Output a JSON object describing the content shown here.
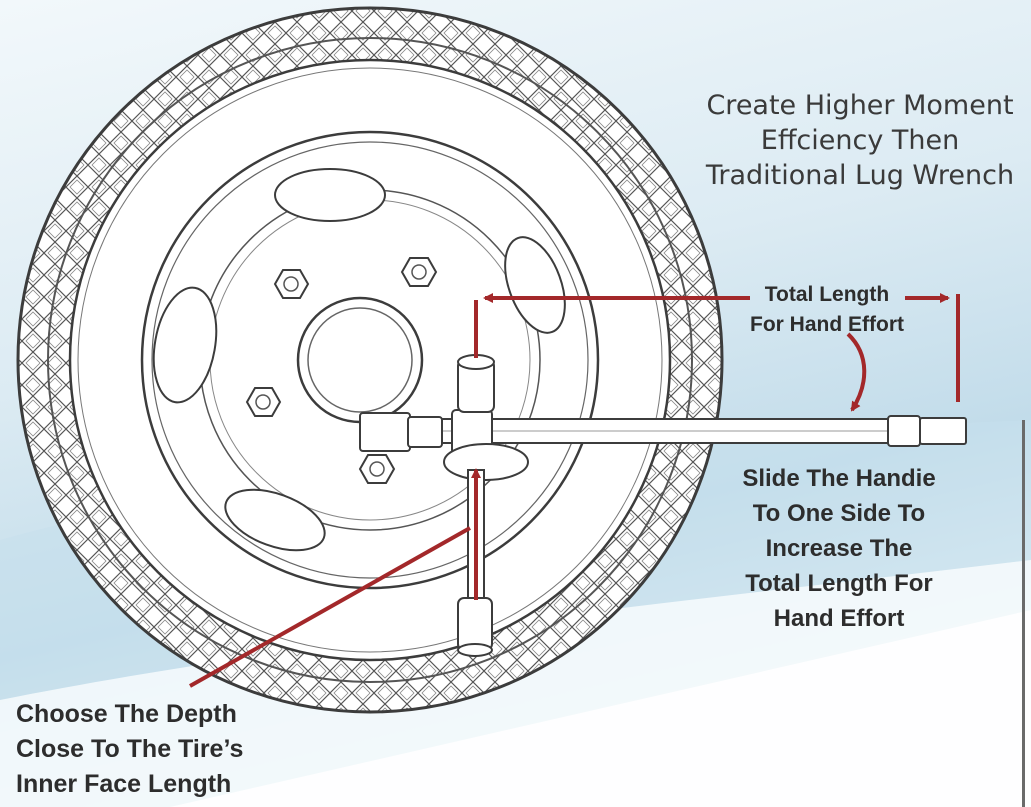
{
  "headline": {
    "line1": "Create Higher Moment",
    "line2": "Effciency Then",
    "line3": "Traditional Lug Wrench"
  },
  "total_length_label": {
    "line1": "Total Length",
    "line2": "For Hand Effort"
  },
  "slide_label": {
    "line1": "Slide The Handie",
    "line2": "To One Side To",
    "line3": "Increase The",
    "line4": "Total Length For",
    "line5": "Hand Effort"
  },
  "depth_label": {
    "line1": "Choose The Depth",
    "line2": "Close To The Tire’s",
    "line3": "Inner Face Length"
  },
  "colors": {
    "annotation_red": "#a3282a",
    "line_art": "#3c3c3c",
    "sky_light": "#f3f8fb",
    "sky_blue": "#b9d7e6"
  }
}
